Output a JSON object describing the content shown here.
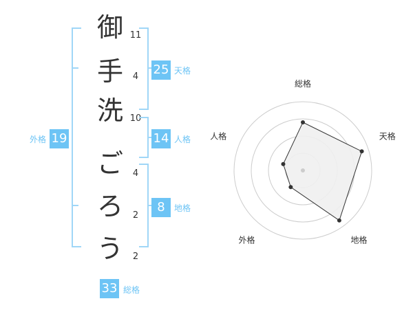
{
  "name": {
    "characters": [
      {
        "char": "御",
        "strokes": "11"
      },
      {
        "char": "手",
        "strokes": "4"
      },
      {
        "char": "洗",
        "strokes": "10"
      },
      {
        "char": "ご",
        "strokes": "4"
      },
      {
        "char": "ろ",
        "strokes": "2"
      },
      {
        "char": "う",
        "strokes": "2"
      }
    ]
  },
  "kakusu": {
    "tenkaku": {
      "value": "25",
      "label": "天格"
    },
    "jinkaku": {
      "value": "14",
      "label": "人格"
    },
    "chikaku": {
      "value": "8",
      "label": "地格"
    },
    "gaikaku": {
      "value": "19",
      "label": "外格"
    },
    "soukaku": {
      "value": "33",
      "label": "総格"
    }
  },
  "chart_data": {
    "type": "radar",
    "axes": [
      "総格",
      "天格",
      "地格",
      "外格",
      "人格"
    ],
    "values": [
      3.5,
      4.5,
      4.5,
      1.5,
      1.5
    ],
    "max": 5,
    "rings": 4,
    "grid": true,
    "colors": {
      "fill": "#f0f0f0",
      "stroke": "#333333",
      "grid": "#cccccc",
      "point": "#333333",
      "center": "#cccccc"
    }
  }
}
